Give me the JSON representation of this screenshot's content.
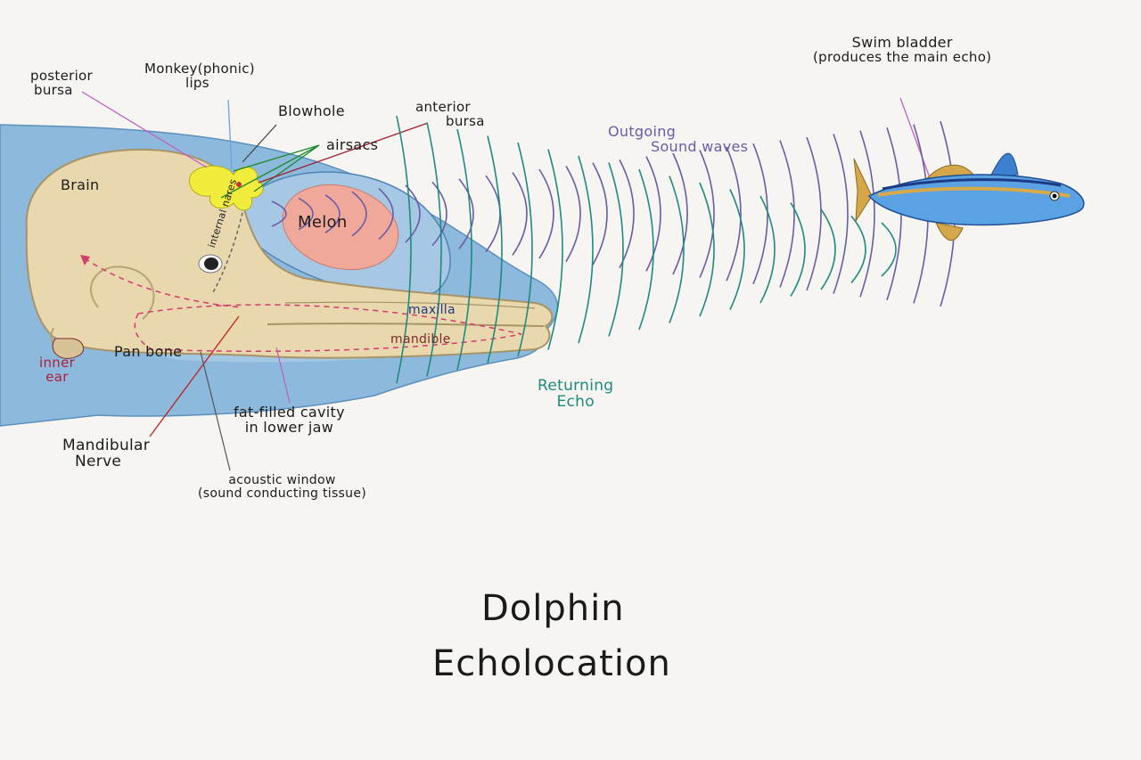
{
  "title": {
    "line1": "Dolphin",
    "line2": "Echolocation"
  },
  "labels": {
    "posterior_bursa": {
      "line1": "posterior",
      "line2": "bursa"
    },
    "monkey_lips": {
      "line1": "Monkey(phonic)",
      "line2": "lips"
    },
    "blowhole": "Blowhole",
    "anterior_bursa": {
      "line1": "anterior",
      "line2": "bursa"
    },
    "airsacs": "airsacs",
    "brain": "Brain",
    "melon": "Melon",
    "internal_nares": "internal nares",
    "maxilla": "maxilla",
    "mandible": "mandible",
    "pan_bone": "Pan bone",
    "inner_ear": {
      "line1": "inner",
      "line2": "ear"
    },
    "fat_cavity": {
      "line1": "fat-filled cavity",
      "line2": "in lower jaw"
    },
    "mandibular_nerve": {
      "line1": "Mandibular",
      "line2": "Nerve"
    },
    "acoustic_window": {
      "line1": "acoustic window",
      "line2": "(sound conducting tissue)"
    },
    "outgoing_waves": {
      "line1": "Outgoing",
      "line2": "Sound waves"
    },
    "returning_echo": {
      "line1": "Returning",
      "line2": "Echo"
    },
    "swim_bladder": {
      "line1": "Swim bladder",
      "line2": "(produces the main echo)"
    }
  },
  "colors": {
    "paper": "#f6f5f1",
    "body_blue": "#8cb9dc",
    "melon": "#f0a89a",
    "skull": "#e9d7ae",
    "airsac": "#f2ec3c",
    "outgoing_wave": "#6a5ca8",
    "returning_wave": "#1f8a7e",
    "posterior_leader": "#c060c0",
    "nerve_red": "#c02020",
    "airsac_leader": "#1d8a2e",
    "fish_blue": "#2c67c8",
    "fish_gold": "#c99a3a"
  }
}
